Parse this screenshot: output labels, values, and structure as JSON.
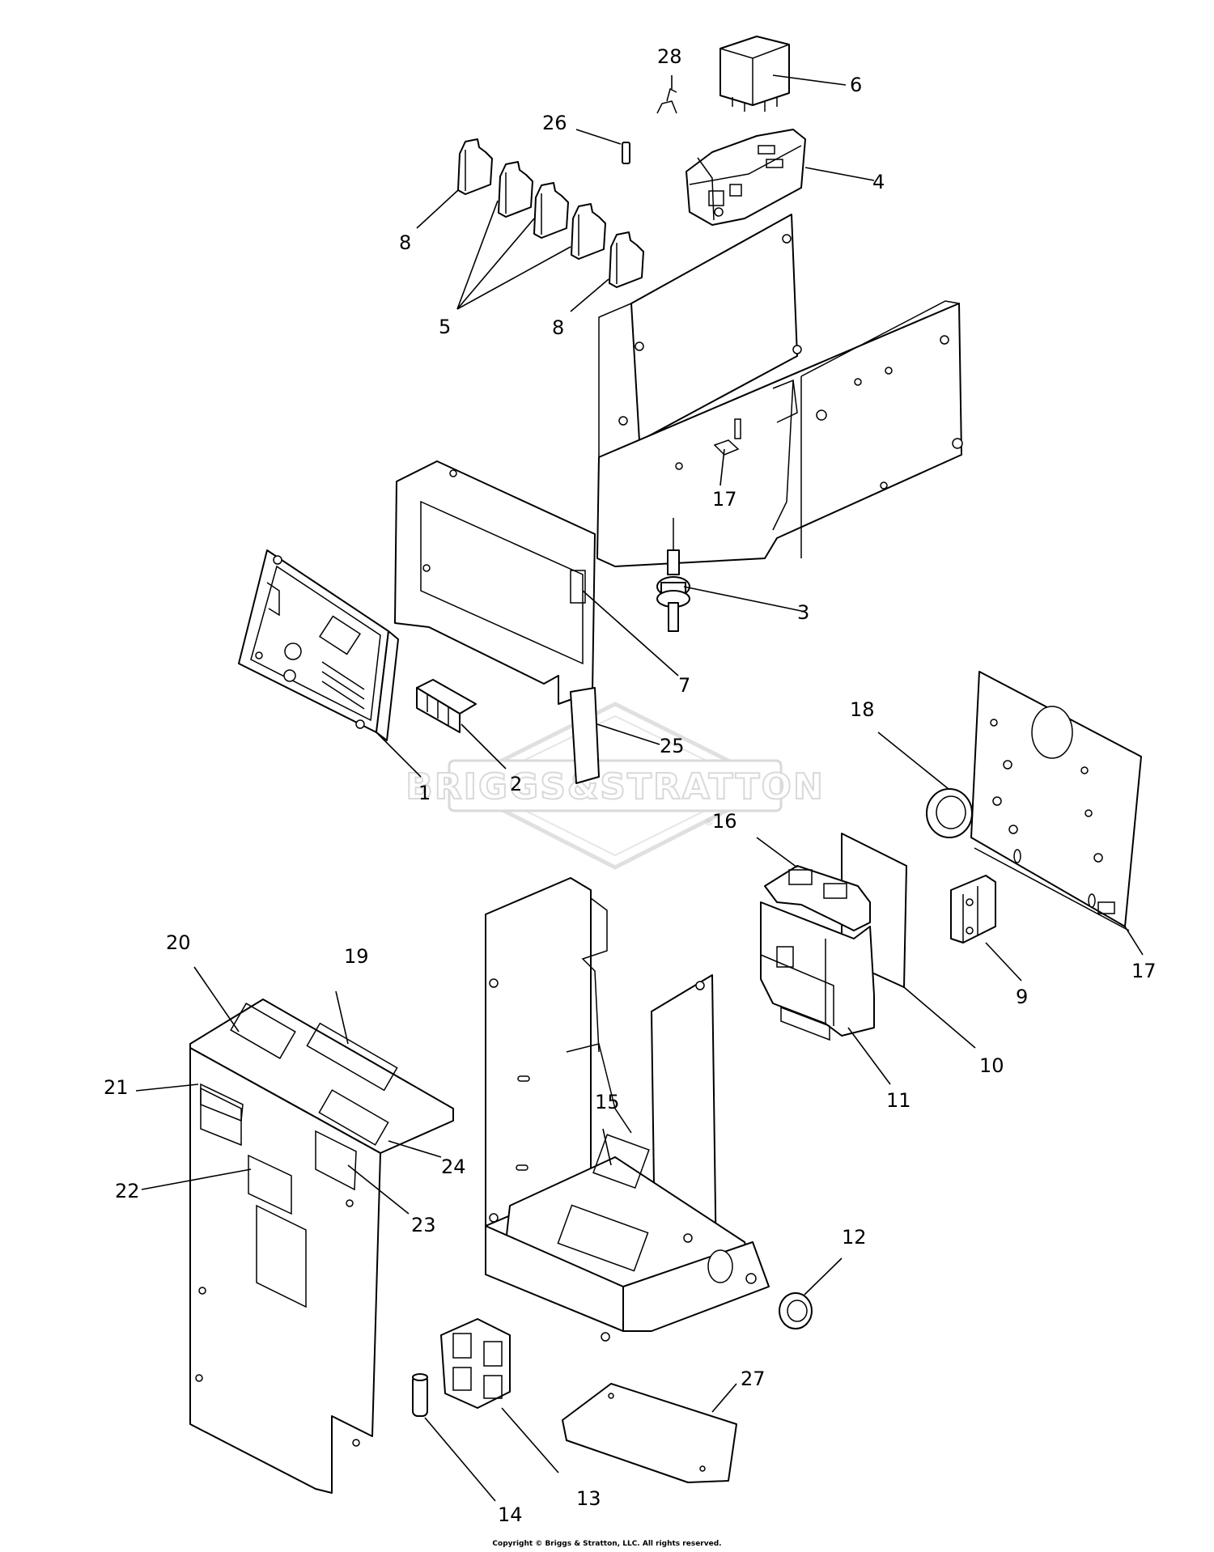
{
  "watermark": {
    "text": "BRIGGS&STRATTON",
    "mark": "®"
  },
  "callouts": [
    {
      "label": "1"
    },
    {
      "label": "2"
    },
    {
      "label": "3"
    },
    {
      "label": "4"
    },
    {
      "label": "5"
    },
    {
      "label": "6"
    },
    {
      "label": "7"
    },
    {
      "label": "8"
    },
    {
      "label": "8"
    },
    {
      "label": "9"
    },
    {
      "label": "10"
    },
    {
      "label": "11"
    },
    {
      "label": "12"
    },
    {
      "label": "13"
    },
    {
      "label": "14"
    },
    {
      "label": "15"
    },
    {
      "label": "16"
    },
    {
      "label": "17"
    },
    {
      "label": "17"
    },
    {
      "label": "18"
    },
    {
      "label": "19"
    },
    {
      "label": "20"
    },
    {
      "label": "21"
    },
    {
      "label": "22"
    },
    {
      "label": "23"
    },
    {
      "label": "24"
    },
    {
      "label": "25"
    },
    {
      "label": "26"
    },
    {
      "label": "27"
    },
    {
      "label": "28"
    }
  ],
  "copyright": "Copyright © Briggs & Stratton, LLC. All rights reserved."
}
